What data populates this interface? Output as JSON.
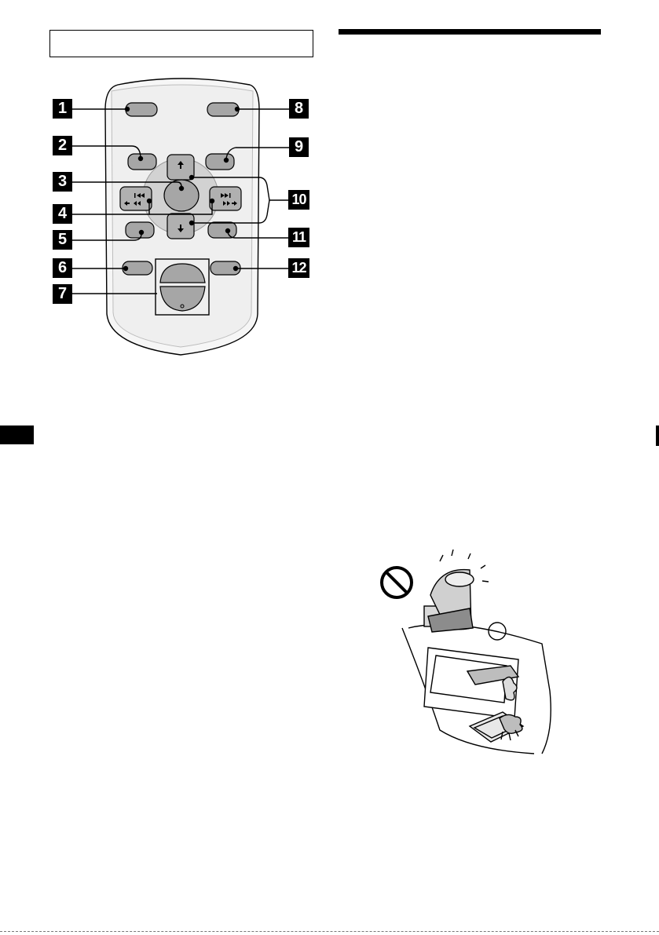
{
  "page": {
    "section_heading": "",
    "callouts": [
      "1",
      "2",
      "3",
      "4",
      "5",
      "6",
      "7",
      "8",
      "9",
      "10",
      "11",
      "12"
    ]
  },
  "remote": {
    "icons": [
      "up-arrow-icon",
      "down-arrow-icon",
      "prev-track-icon",
      "next-track-icon"
    ]
  },
  "illustration": {
    "warning_icon": "prohibition-icon"
  }
}
